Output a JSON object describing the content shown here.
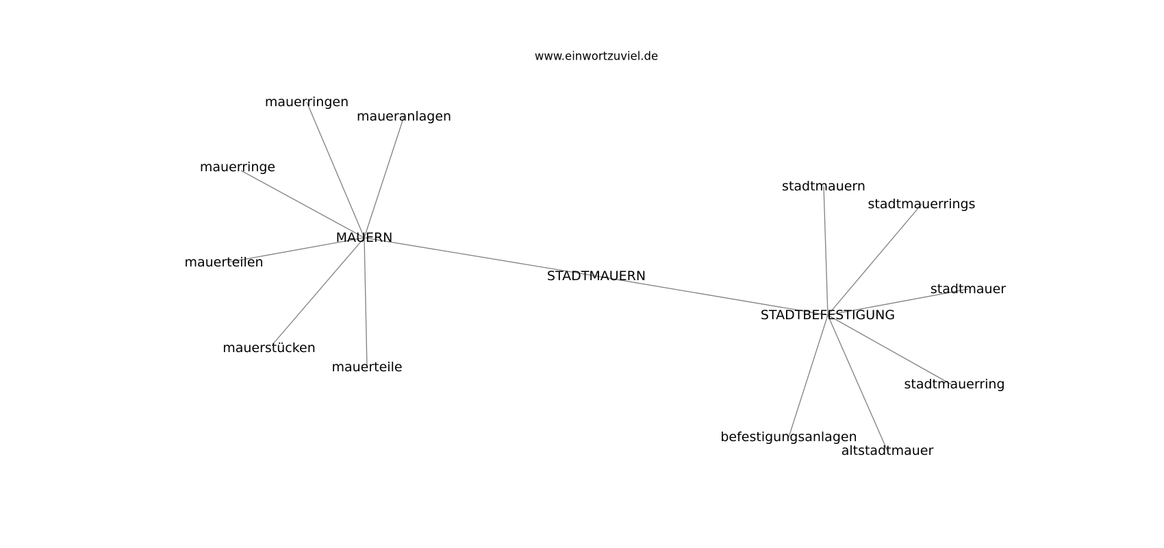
{
  "site_title": "www.einwortzuviel.de",
  "nodes": [
    {
      "id": "stadtmauern_c",
      "label": "STADTMAUERN"
    },
    {
      "id": "mauern",
      "label": "MAUERN"
    },
    {
      "id": "stadtbefestigung",
      "label": "STADTBEFESTIGUNG"
    },
    {
      "id": "mauerringen",
      "label": "mauerringen"
    },
    {
      "id": "maueranlagen",
      "label": "maueranlagen"
    },
    {
      "id": "mauerringe",
      "label": "mauerringe"
    },
    {
      "id": "mauerteilen",
      "label": "mauerteilen"
    },
    {
      "id": "mauerstuecken",
      "label": "mauerstücken"
    },
    {
      "id": "mauerteile",
      "label": "mauerteile"
    },
    {
      "id": "stadtmauern",
      "label": "stadtmauern"
    },
    {
      "id": "stadtmauerrings",
      "label": "stadtmauerrings"
    },
    {
      "id": "stadtmauer",
      "label": "stadtmauer"
    },
    {
      "id": "stadtmauerring",
      "label": "stadtmauerring"
    },
    {
      "id": "befestigungsanlagen",
      "label": "befestigungsanlagen"
    },
    {
      "id": "altstadtmauer",
      "label": "altstadtmauer"
    }
  ],
  "edges": [
    [
      "mauern",
      "stadtmauern_c"
    ],
    [
      "stadtmauern_c",
      "stadtbefestigung"
    ],
    [
      "mauern",
      "mauerringen"
    ],
    [
      "mauern",
      "maueranlagen"
    ],
    [
      "mauern",
      "mauerringe"
    ],
    [
      "mauern",
      "mauerteilen"
    ],
    [
      "mauern",
      "mauerstuecken"
    ],
    [
      "mauern",
      "mauerteile"
    ],
    [
      "stadtbefestigung",
      "stadtmauern"
    ],
    [
      "stadtbefestigung",
      "stadtmauerrings"
    ],
    [
      "stadtbefestigung",
      "stadtmauer"
    ],
    [
      "stadtbefestigung",
      "stadtmauerring"
    ],
    [
      "stadtbefestigung",
      "befestigungsanlagen"
    ],
    [
      "stadtbefestigung",
      "altstadtmauer"
    ]
  ]
}
